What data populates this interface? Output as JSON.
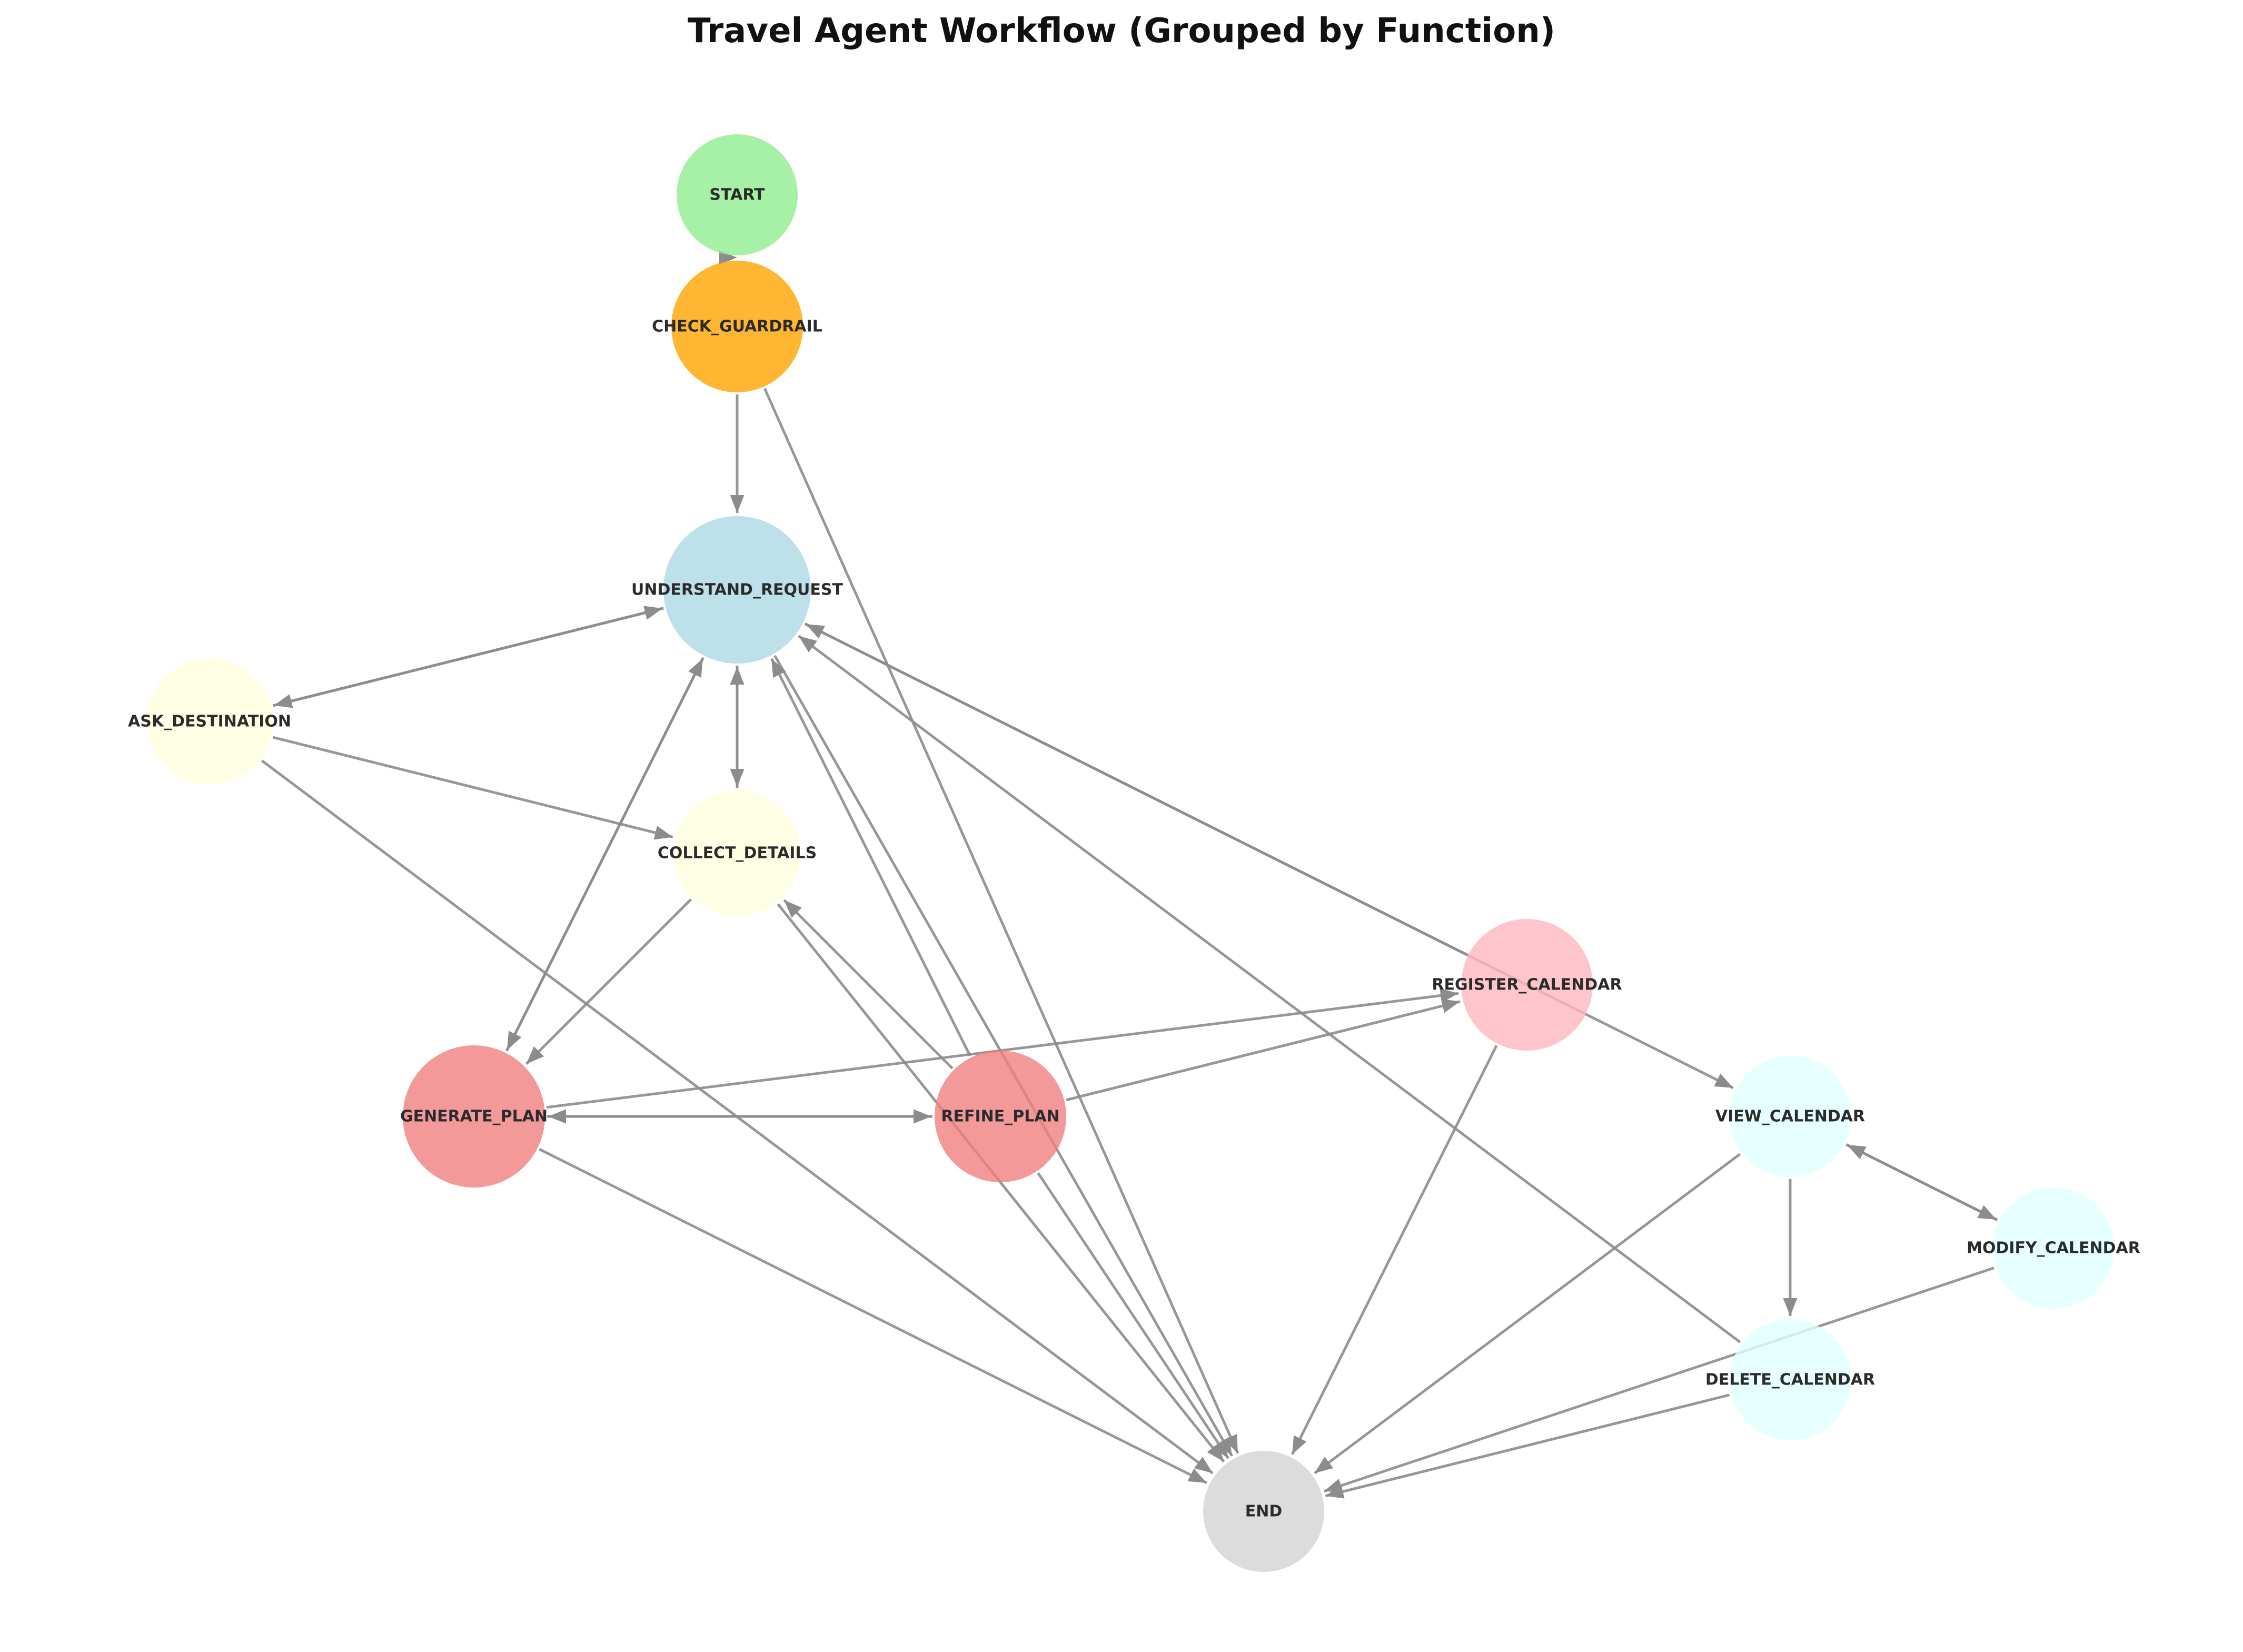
{
  "title": "Travel Agent Workflow (Grouped by Function)",
  "colors": {
    "edge": "#8c8c8c",
    "start": "#90ee90",
    "guardrail": "#ffa500",
    "understand": "#add8e6",
    "collect": "#ffffe0",
    "plan": "#f08080",
    "register": "#ffb6c1",
    "calendar": "#e0ffff",
    "end": "#d3d3d3"
  },
  "nodes": [
    {
      "id": "START",
      "label": "START",
      "color": "#90ee90"
    },
    {
      "id": "CHECK_GUARDRAIL",
      "label": "CHECK_GUARDRAIL",
      "color": "#ffa500"
    },
    {
      "id": "UNDERSTAND_REQUEST",
      "label": "UNDERSTAND_REQUEST",
      "color": "#add8e6"
    },
    {
      "id": "ASK_DESTINATION",
      "label": "ASK_DESTINATION",
      "color": "#ffffe0"
    },
    {
      "id": "COLLECT_DETAILS",
      "label": "COLLECT_DETAILS",
      "color": "#ffffe0"
    },
    {
      "id": "GENERATE_PLAN",
      "label": "GENERATE_PLAN",
      "color": "#f08080"
    },
    {
      "id": "REFINE_PLAN",
      "label": "REFINE_PLAN",
      "color": "#f08080"
    },
    {
      "id": "REGISTER_CALENDAR",
      "label": "REGISTER_CALENDAR",
      "color": "#ffb6c1"
    },
    {
      "id": "VIEW_CALENDAR",
      "label": "VIEW_CALENDAR",
      "color": "#e0ffff"
    },
    {
      "id": "MODIFY_CALENDAR",
      "label": "MODIFY_CALENDAR",
      "color": "#e0ffff"
    },
    {
      "id": "DELETE_CALENDAR",
      "label": "DELETE_CALENDAR",
      "color": "#e0ffff"
    },
    {
      "id": "END",
      "label": "END",
      "color": "#d3d3d3"
    }
  ],
  "edges": [
    [
      "START",
      "CHECK_GUARDRAIL"
    ],
    [
      "CHECK_GUARDRAIL",
      "UNDERSTAND_REQUEST"
    ],
    [
      "CHECK_GUARDRAIL",
      "END"
    ],
    [
      "UNDERSTAND_REQUEST",
      "ASK_DESTINATION"
    ],
    [
      "ASK_DESTINATION",
      "UNDERSTAND_REQUEST"
    ],
    [
      "UNDERSTAND_REQUEST",
      "COLLECT_DETAILS"
    ],
    [
      "COLLECT_DETAILS",
      "UNDERSTAND_REQUEST"
    ],
    [
      "UNDERSTAND_REQUEST",
      "GENERATE_PLAN"
    ],
    [
      "GENERATE_PLAN",
      "UNDERSTAND_REQUEST"
    ],
    [
      "UNDERSTAND_REQUEST",
      "VIEW_CALENDAR"
    ],
    [
      "REGISTER_CALENDAR",
      "UNDERSTAND_REQUEST"
    ],
    [
      "UNDERSTAND_REQUEST",
      "END"
    ],
    [
      "REFINE_PLAN",
      "UNDERSTAND_REQUEST"
    ],
    [
      "DELETE_CALENDAR",
      "UNDERSTAND_REQUEST"
    ],
    [
      "ASK_DESTINATION",
      "COLLECT_DETAILS"
    ],
    [
      "ASK_DESTINATION",
      "END"
    ],
    [
      "COLLECT_DETAILS",
      "GENERATE_PLAN"
    ],
    [
      "COLLECT_DETAILS",
      "END"
    ],
    [
      "REFINE_PLAN",
      "COLLECT_DETAILS"
    ],
    [
      "GENERATE_PLAN",
      "REFINE_PLAN"
    ],
    [
      "REFINE_PLAN",
      "GENERATE_PLAN"
    ],
    [
      "GENERATE_PLAN",
      "REGISTER_CALENDAR"
    ],
    [
      "GENERATE_PLAN",
      "END"
    ],
    [
      "REFINE_PLAN",
      "REGISTER_CALENDAR"
    ],
    [
      "REFINE_PLAN",
      "END"
    ],
    [
      "REGISTER_CALENDAR",
      "END"
    ],
    [
      "VIEW_CALENDAR",
      "MODIFY_CALENDAR"
    ],
    [
      "MODIFY_CALENDAR",
      "VIEW_CALENDAR"
    ],
    [
      "VIEW_CALENDAR",
      "DELETE_CALENDAR"
    ],
    [
      "VIEW_CALENDAR",
      "END"
    ],
    [
      "MODIFY_CALENDAR",
      "END"
    ],
    [
      "DELETE_CALENDAR",
      "END"
    ]
  ]
}
